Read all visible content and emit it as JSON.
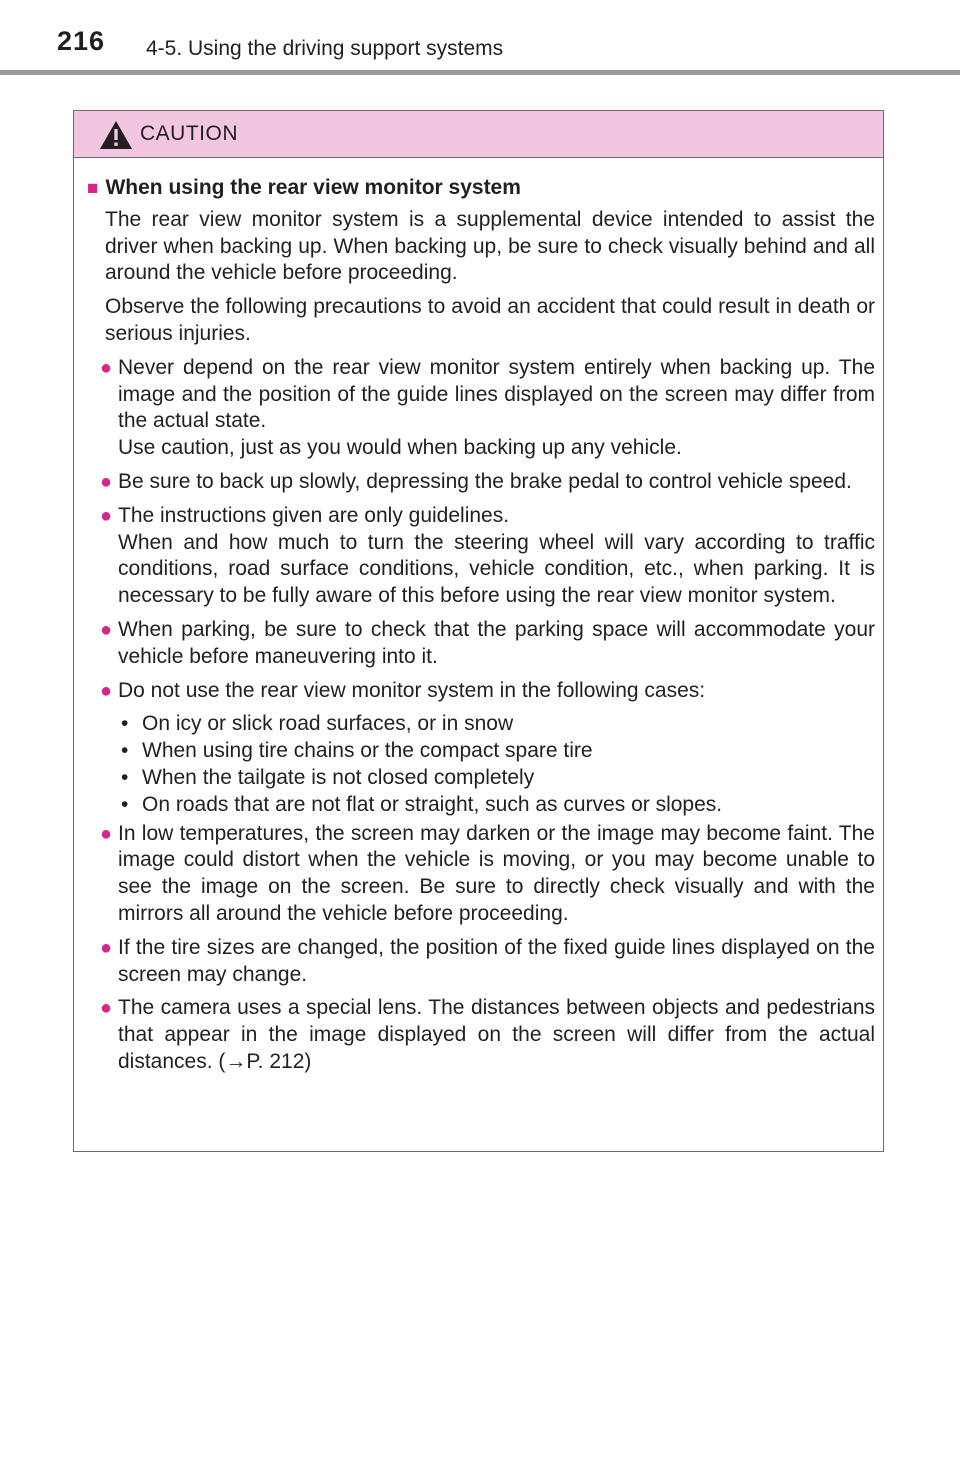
{
  "header": {
    "page_number": "216",
    "section_title": "4-5. Using the driving support systems"
  },
  "caution": {
    "label": "CAUTION",
    "subheading": "When using the rear view monitor system",
    "intro": [
      "The rear view monitor system is a supplemental device intended to assist the driver when backing up. When backing up, be sure to check visually behind and all around the vehicle before proceeding.",
      "Observe the following precautions to avoid an accident that could result in death or serious injuries."
    ],
    "bullets": [
      {
        "lines": [
          "Never depend on the rear view monitor system entirely when backing up. The image and the position of the guide lines displayed on the screen may differ from the actual state.",
          "Use caution, just as you would when backing up any vehicle."
        ]
      },
      {
        "lines": [
          "Be sure to back up slowly, depressing the brake pedal to control vehicle speed."
        ]
      },
      {
        "lines": [
          "The instructions given are only guidelines.",
          "When and how much to turn the steering wheel will vary according to traffic conditions, road surface conditions, vehicle condition, etc., when parking. It is necessary to be fully aware of this before using the rear view monitor system."
        ]
      },
      {
        "lines": [
          "When parking, be sure to check that the parking space will accommodate your vehicle before maneuvering into it."
        ]
      },
      {
        "lines": [
          "Do not use the rear view monitor system in the following cases:"
        ]
      },
      {
        "lines": [
          "In low temperatures, the screen may darken or the image may become faint. The image could distort when the vehicle is moving, or you may become unable to see the image on the screen. Be sure to directly check visually and with the mirrors all around the vehicle before proceeding."
        ]
      },
      {
        "lines": [
          "If the tire sizes are changed, the position of the fixed guide lines displayed on the screen may change."
        ]
      },
      {
        "lines": [
          "The camera uses a special lens. The distances between objects and pedestrians that appear in the image displayed on the screen will differ from the actual distances. (→P. 212)"
        ]
      }
    ],
    "cases": [
      "On icy or slick road surfaces, or in snow",
      "When using tire chains or the compact spare tire",
      "When the tailgate is not closed completely",
      "On roads that are not flat or straight, such as curves or slopes."
    ]
  },
  "colors": {
    "accent_magenta": "#d3288a",
    "caution_header_bg": "#f2c6e0",
    "header_rule": "#9a9a9a"
  },
  "icons": [
    "warning-triangle-icon",
    "square-bullet-icon",
    "round-bullet-icon"
  ]
}
